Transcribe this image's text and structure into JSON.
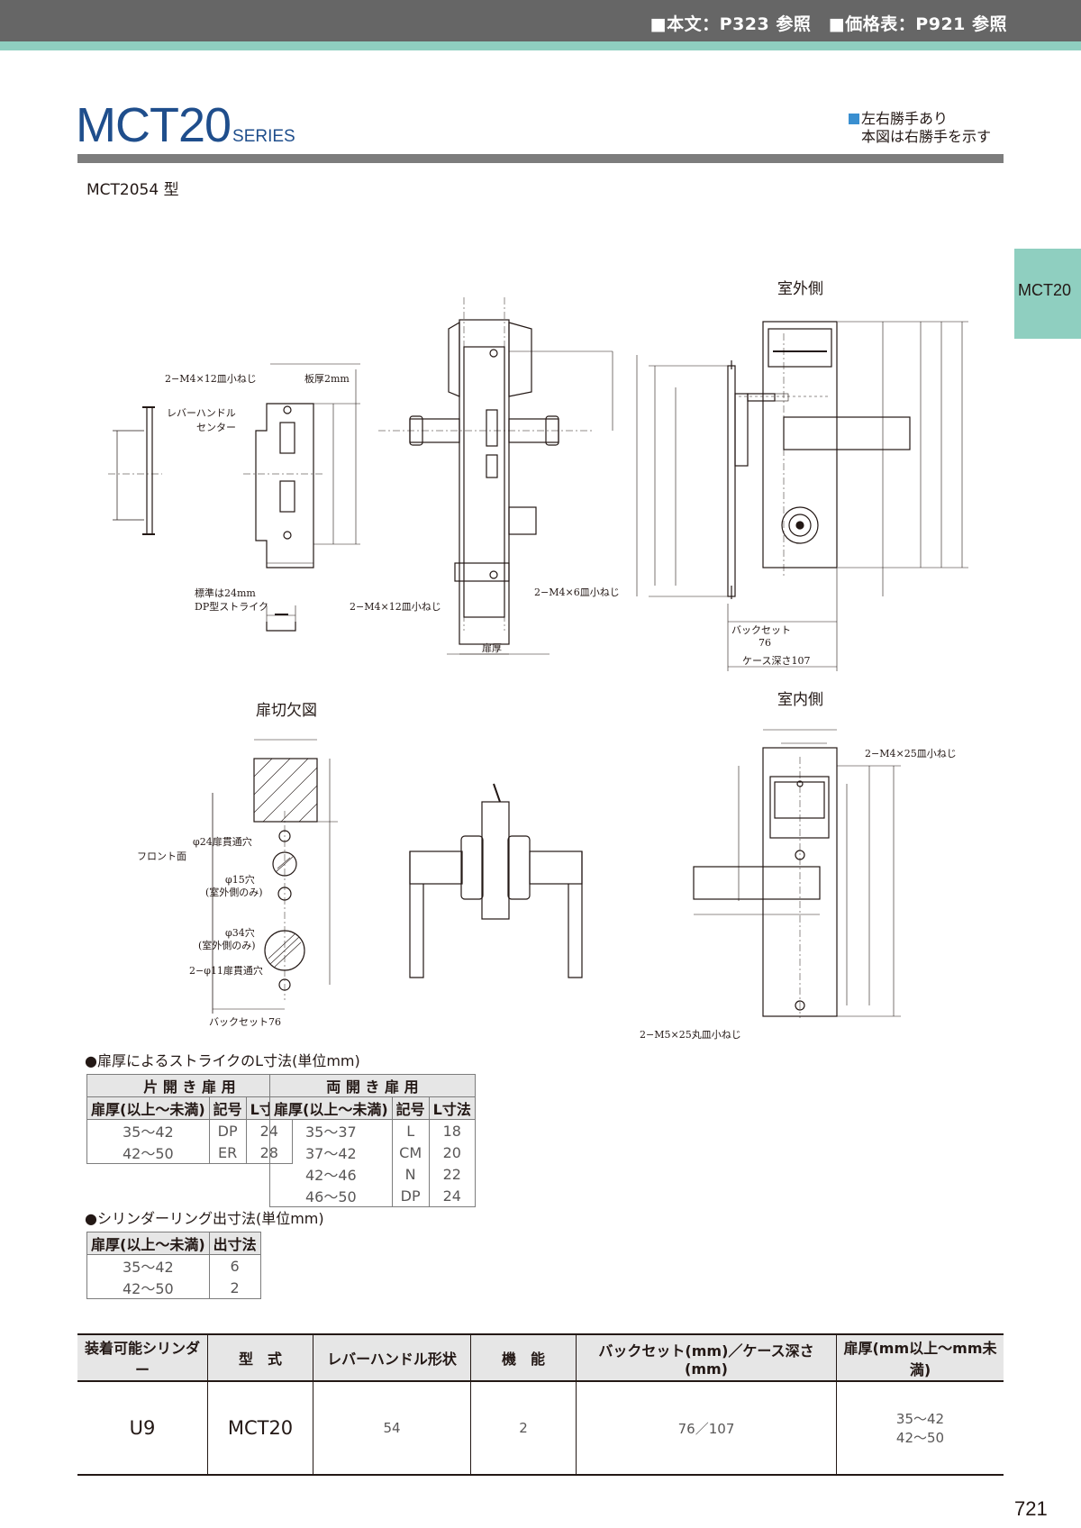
{
  "header": {
    "refs": "■本文：P323 参照　■価格表：P921 参照"
  },
  "title": {
    "main": "MCT20",
    "series": "SERIES"
  },
  "hand_note": {
    "line1": "左右勝手あり",
    "line2": "本図は右勝手を示す"
  },
  "model": "MCT2054 型",
  "side_tab": "MCT20",
  "views": {
    "outdoor": "室外側",
    "indoor": "室内側",
    "cutout": "扉切欠図"
  },
  "annotations": {
    "screw_m4x12": "2−M4×12皿小ねじ",
    "plate": "板厚2mm",
    "lever_center_1": "レバーハンドル",
    "lever_center_2": "センター",
    "std_1": "標準は24mm",
    "std_2": "DP型ストライク",
    "screw_m4x12_b": "2−M4×12皿小ねじ",
    "screw_m4x6": "2−M4×6皿小ねじ",
    "door_thick": "扉厚",
    "backset": "バックセット",
    "backset_76": "76",
    "case_depth": "ケース深さ107",
    "screw_m4x25": "2−M4×25皿小ねじ",
    "screw_m5x25": "2−M5×25丸皿小ねじ",
    "hole24": "φ24扉貫通穴",
    "front_face": "フロント面",
    "hole15": "φ15穴",
    "hole15_note": "(室外側のみ)",
    "hole34": "φ34穴",
    "hole34_note": "(室外側のみ)",
    "hole11": "2−φ11扉貫通穴",
    "backset76": "バックセット76"
  },
  "strike_section": {
    "heading": "●扉厚によるストライクのL寸法(単位mm)",
    "single": {
      "title": "片 開 き 扉 用",
      "headers": [
        "扉厚(以上〜未満)",
        "記号",
        "L寸法"
      ],
      "rows": [
        [
          "35〜42",
          "DP",
          "24"
        ],
        [
          "42〜50",
          "ER",
          "28"
        ]
      ]
    },
    "double": {
      "title": "両 開 き 扉 用",
      "headers": [
        "扉厚(以上〜未満)",
        "記号",
        "L寸法"
      ],
      "rows": [
        [
          "35〜37",
          "L",
          "18"
        ],
        [
          "37〜42",
          "CM",
          "20"
        ],
        [
          "42〜46",
          "N",
          "22"
        ],
        [
          "46〜50",
          "DP",
          "24"
        ]
      ]
    }
  },
  "ring_section": {
    "heading": "●シリンダーリング出寸法(単位mm)",
    "headers": [
      "扉厚(以上〜未満)",
      "出寸法"
    ],
    "rows": [
      [
        "35〜42",
        "6"
      ],
      [
        "42〜50",
        "2"
      ]
    ]
  },
  "spec_table": {
    "headers": [
      "装着可能シリンダー",
      "型　式",
      "レバーハンドル形状",
      "機　能",
      "バックセット(mm)／ケース深さ(mm)",
      "扉厚(mm以上〜mm未満)"
    ],
    "row": {
      "cylinder": "U9",
      "model": "MCT20",
      "lever": "54",
      "function": "2",
      "backset": "76／107",
      "thick1": "35〜42",
      "thick2": "42〜50"
    }
  },
  "page_number": "721",
  "colors": {
    "accent": "#8fcfc0",
    "title_blue": "#1f4e8c",
    "bar_gray": "#666666"
  }
}
